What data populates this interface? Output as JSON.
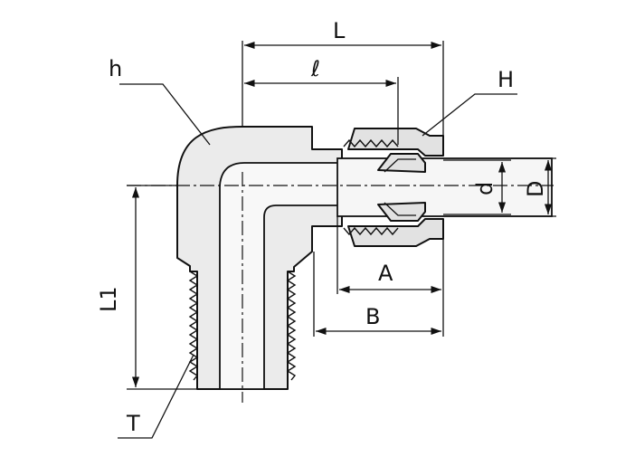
{
  "diagram": {
    "labels": {
      "L": "L",
      "l": "ℓ",
      "h": "h",
      "H": "H",
      "d": "d",
      "D": "D",
      "A": "A",
      "B": "B",
      "L1": "L1",
      "T": "T"
    },
    "colors": {
      "line": "#111111",
      "body_fill": "#ebebeb",
      "background": "#ffffff"
    }
  }
}
